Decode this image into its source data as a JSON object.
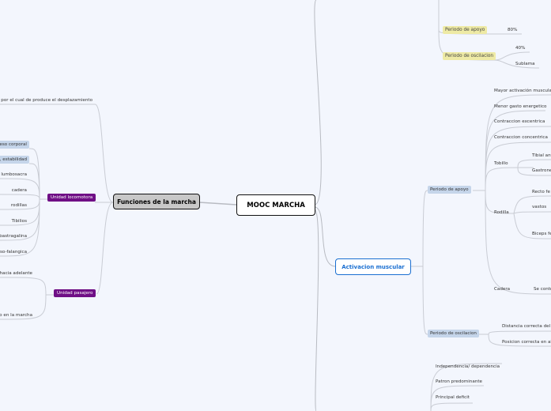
{
  "root": {
    "label": "MOOC MARCHA"
  },
  "funciones": {
    "label": "Funciones de la marcha",
    "top_item": "o por el cual de produce el desplazamiento",
    "locomotora": {
      "label": "Unidad locomotora",
      "items": [
        "peso corporal",
        ", estabilidad",
        "l lumbosacra",
        "cadera",
        "rodillas",
        "Tibilios",
        "bastragalina",
        "rso-falangica"
      ]
    },
    "pasajero": {
      "label": "Unidad pasajero",
      "items": [
        "hacia adelante",
        "o en la marcha"
      ]
    }
  },
  "top_branch": {
    "apoyo": {
      "label": "Periodo de apoyo",
      "value": "80%"
    },
    "oscilacion": {
      "label": "Periodo de oscilacion",
      "items": [
        "40%",
        "Sublama"
      ]
    }
  },
  "activacion": {
    "label": "Activacion muscular",
    "apoyo": {
      "label": "Periodo de apoyo",
      "items": [
        "Mayor activación muscular",
        "Menor gasto energetico",
        "Contraccion excentrica",
        "Contraccion concentrica"
      ],
      "tobillo": {
        "label": "Tobillo",
        "items": [
          "Tibial ant",
          "Gastrone"
        ]
      },
      "rodilla": {
        "label": "Rodilla",
        "items": [
          "Recto fe",
          "vastos",
          "Biceps fe"
        ]
      },
      "cadera": {
        "label": "Cadera",
        "items": [
          "Se contr"
        ]
      }
    },
    "oscilacion": {
      "label": "Periodo de oscilacion",
      "items": [
        "Distancia correcta del",
        "Posicion correcta en al"
      ]
    }
  },
  "bottom_branch": {
    "items": [
      "Independencia/ dependencia",
      "Patron predominante",
      "Principal deficit"
    ]
  },
  "colors": {
    "background": "#f3f6fd",
    "purple": "#6f0f86",
    "blue_node": "#c5d5ea",
    "yellow_node": "#eeeaa5",
    "activacion_border": "#1a6fd1"
  }
}
